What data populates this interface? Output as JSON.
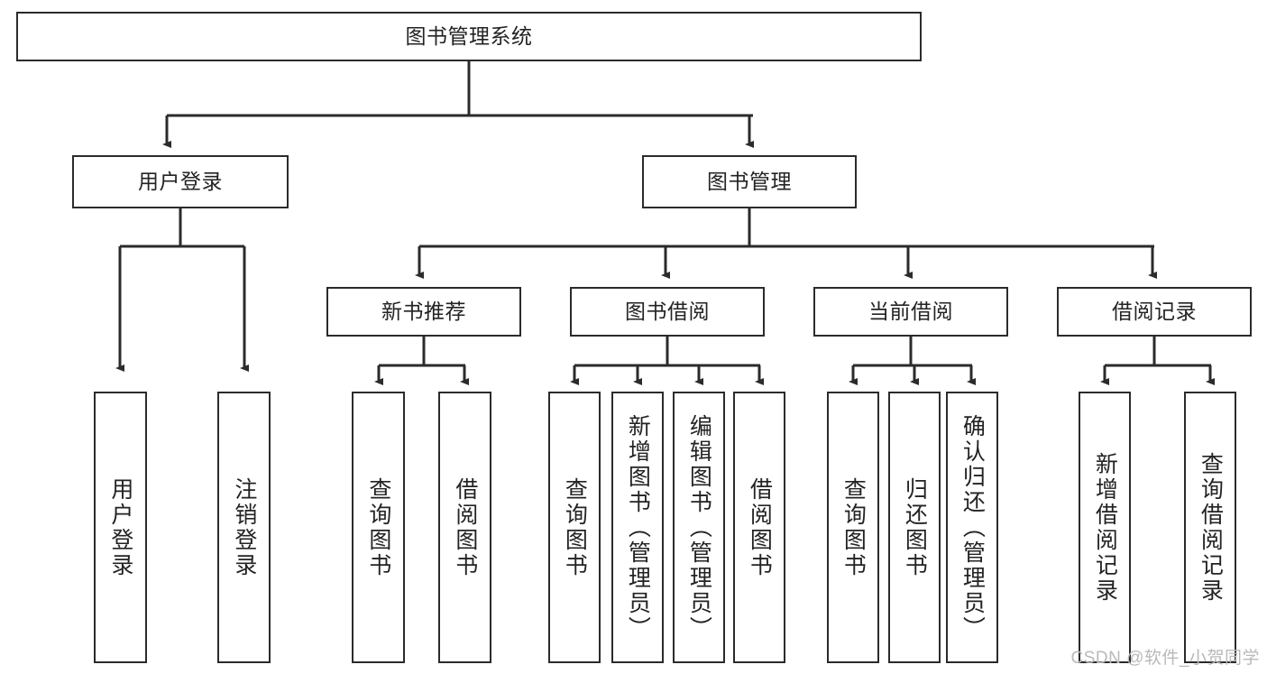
{
  "diagram": {
    "title": "图书管理系统",
    "type": "tree-hierarchy-diagram",
    "colors": {
      "box_border": "#2b2b2b",
      "box_fill": "#ffffff",
      "edge": "#2b2b2b",
      "text": "#232323",
      "watermark": "#b9b9b9",
      "background": "#ffffff"
    },
    "root": {
      "label": "图书管理系统"
    },
    "level2": [
      {
        "label": "用户登录"
      },
      {
        "label": "图书管理"
      }
    ],
    "level3": [
      {
        "label": "新书推荐"
      },
      {
        "label": "图书借阅"
      },
      {
        "label": "当前借阅"
      },
      {
        "label": "借阅记录"
      }
    ],
    "leaves": {
      "user_login": [
        {
          "label": "用户登录"
        },
        {
          "label": "注销登录"
        }
      ],
      "new_book_recommend": [
        {
          "label": "查询图书"
        },
        {
          "label": "借阅图书"
        }
      ],
      "book_borrow": [
        {
          "label": "查询图书"
        },
        {
          "label": "新增图书（管理员）"
        },
        {
          "label": "编辑图书（管理员）"
        },
        {
          "label": "借阅图书"
        }
      ],
      "current_borrow": [
        {
          "label": "查询图书"
        },
        {
          "label": "归还图书"
        },
        {
          "label": "确认归还（管理员）"
        }
      ],
      "borrow_record": [
        {
          "label": "新增借阅记录"
        },
        {
          "label": "查询借阅记录"
        }
      ]
    }
  },
  "watermark": {
    "text": "CSDN @软件_小贺同学"
  }
}
